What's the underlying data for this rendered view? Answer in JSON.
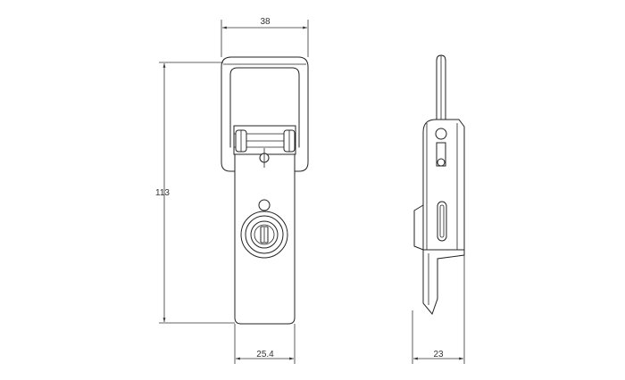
{
  "dimensions": {
    "width_top": "38",
    "height_left": "113",
    "width_bottom_front": "25.4",
    "width_bottom_side": "23"
  },
  "colors": {
    "line": "#222222",
    "background": "#ffffff"
  }
}
